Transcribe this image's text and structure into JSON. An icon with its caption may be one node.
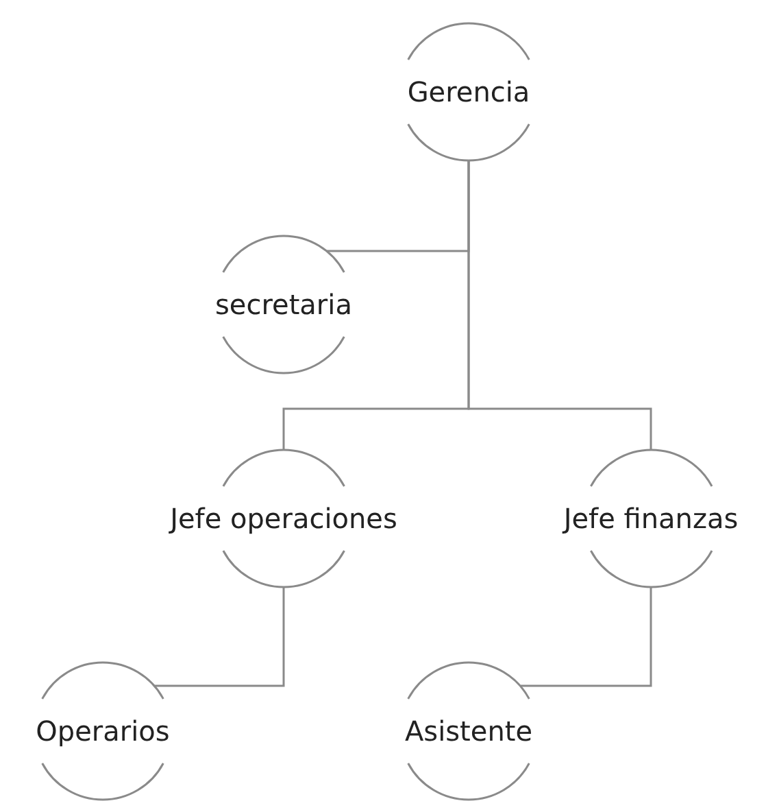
{
  "diagram": {
    "nodes": [
      {
        "text": [
          "Gerencia"
        ]
      },
      {
        "text": [
          "secretaria"
        ]
      },
      {
        "text": [
          "Jefe operaciones"
        ]
      },
      {
        "text": [
          "Jefe finanzas"
        ]
      },
      {
        "text": [
          "Operarios"
        ]
      },
      {
        "text": [
          "Asistente"
        ]
      }
    ],
    "edges": [
      {
        "from": 0,
        "to": 1,
        "arrow": "none"
      },
      {
        "from": 0,
        "to": 2,
        "arrow": "none"
      },
      {
        "from": 0,
        "to": 3,
        "arrow": "none"
      },
      {
        "from": 2,
        "to": 4,
        "arrow": "none"
      },
      {
        "from": 3,
        "to": 5,
        "arrow": "none"
      }
    ]
  }
}
